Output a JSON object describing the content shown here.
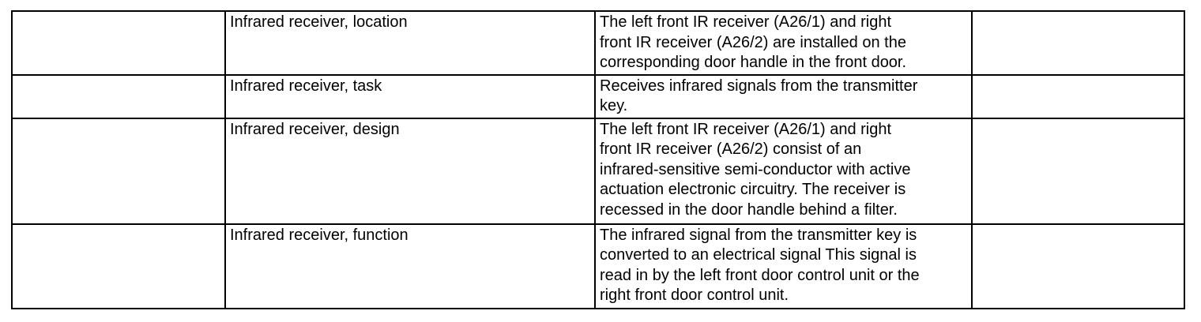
{
  "document": {
    "colors": {
      "background": "#ffffff",
      "border": "#000000",
      "text": "#000000"
    },
    "table": {
      "rows": [
        {
          "ref": "",
          "topic": "Infrared receiver, location",
          "description": [
            "The left front IR receiver (A26/1) and right",
            "front IR receiver (A26/2) are installed on the",
            "corresponding door handle in the front door."
          ],
          "note": ""
        },
        {
          "ref": "",
          "topic": "Infrared receiver, task",
          "description": [
            "Receives infrared signals from the transmitter",
            "key."
          ],
          "note": ""
        },
        {
          "ref": "",
          "topic": "Infrared receiver, design",
          "description": [
            "The left front IR receiver (A26/1) and right",
            "front IR receiver (A26/2) consist of an",
            "infrared-sensitive semi-conductor with active",
            "actuation electronic circuitry. The receiver is",
            "recessed in the door handle behind a filter."
          ],
          "note": ""
        },
        {
          "ref": "",
          "topic": "Infrared receiver, function",
          "description": [
            "The infrared signal from the transmitter key is",
            "converted to an electrical signal This signal is",
            "read in by the left front door control unit or the",
            "right front door control unit."
          ],
          "note": ""
        }
      ]
    }
  }
}
